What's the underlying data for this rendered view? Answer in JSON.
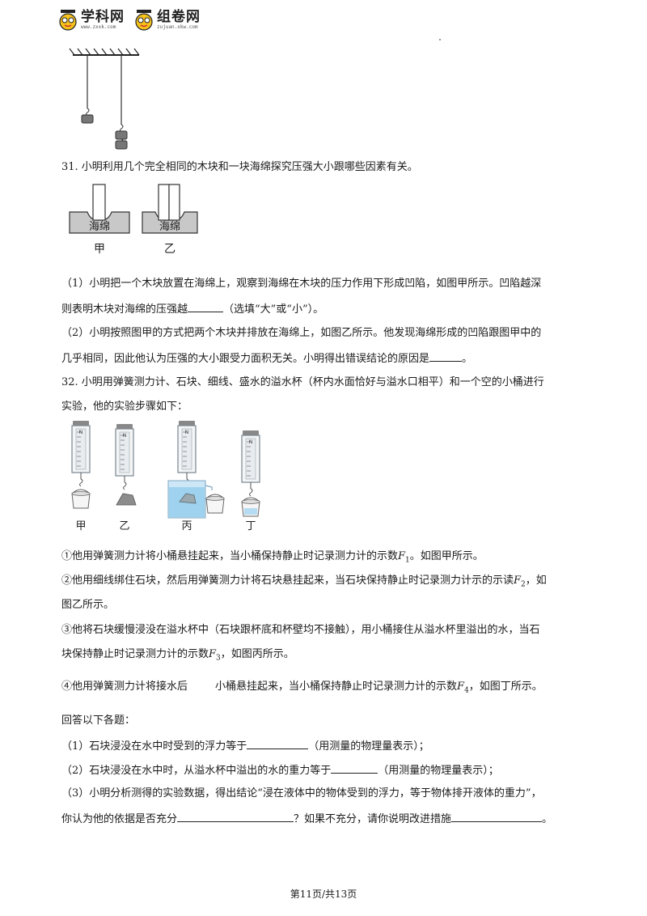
{
  "header": {
    "logo1": {
      "name": "学科网",
      "url": "www.zxxk.com"
    },
    "logo2": {
      "name": "组卷网",
      "url": "zujuan.xkw.com"
    }
  },
  "q31": {
    "stem": "31. 小明利用几个完全相同的木块和一块海绵探究压强大小跟哪些因素有关。",
    "fig": {
      "sponge1": "海绵",
      "sponge2": "海绵",
      "cap1": "甲",
      "cap2": "乙"
    },
    "p1_line1": "（1）小明把一个木块放置在海绵上，观察到海绵在木块的压力作用下形成凹陷，如图甲所示。凹陷越深",
    "p1_line2_a": "则表明木块对海绵的压强越",
    "p1_line2_b": "（选填“大”或“小”）。",
    "p2_line1": "（2）小明按照图甲的方式把两个木块并排放在海绵上，如图乙所示。他发现海绵形成的凹陷跟图甲中的",
    "p2_line2_a": "几乎相同，因此他认为压强的大小跟受力面积无关。小明得出错误结论的原因是",
    "p2_line2_b": "。"
  },
  "q32": {
    "stem_line1": "32. 小明用弹簧测力计、石块、细线、盛水的溢水杯（杯内水面恰好与溢水口相平）和一个空的小桶进行",
    "stem_line2": "实验，他的实验步骤如下：",
    "fig": {
      "cap1": "甲",
      "cap2": "乙",
      "cap3": "丙",
      "cap4": "丁",
      "unit": "N"
    },
    "s1_a": "①他用弹簧测力计将小桶悬挂起来，当小桶保持静止时记录测力计的示数",
    "s1_var": "F",
    "s1_sub": "1",
    "s1_b": "。如图甲所示。",
    "s2_a": "②他用细线绑住石块，然后用弹簧测力计将石块悬挂起来，当石块保持静止时记录测力计示的示读",
    "s2_var": "F",
    "s2_sub": "2",
    "s2_b": "，如",
    "s2_line2": "图乙所示。",
    "s3_line1": "③他将石块缓慢浸没在溢水杯中（石块跟杯底和杯壁均不接触），用小桶接住从溢水杯里溢出的水，当石",
    "s3_a": "块保持静止时记录测力计的示数",
    "s3_var": "F",
    "s3_sub": "3",
    "s3_b": "，如图丙所示。",
    "s4_a": "④他用弹簧测力计将接水后",
    "s4_b": "小桶悬挂起来，当小桶保持静止时记录测力计的示数",
    "s4_var": "F",
    "s4_sub": "4",
    "s4_c": "，如图丁所示。",
    "answer_intro": "回答以下各题：",
    "a1_a": "（1）石块浸没在水中时受到的浮力等于",
    "a1_b": "（用测量的物理量表示）；",
    "a2_a": "（2）石块浸没在水中时，从溢水杯中溢出的水的重力等于",
    "a2_b": "（用测量的物理量表示）；",
    "a3_line1": "（3）小明分析测得的实验数据，得出结论“浸在液体中的物体受到的浮力，等于物体排开液体的重力”，",
    "a3_a": "你认为他的依据是否充分",
    "a3_b": "？如果不充分，请你说明改进措施",
    "a3_c": "。"
  },
  "footer": {
    "page": "第11页/共13页"
  }
}
